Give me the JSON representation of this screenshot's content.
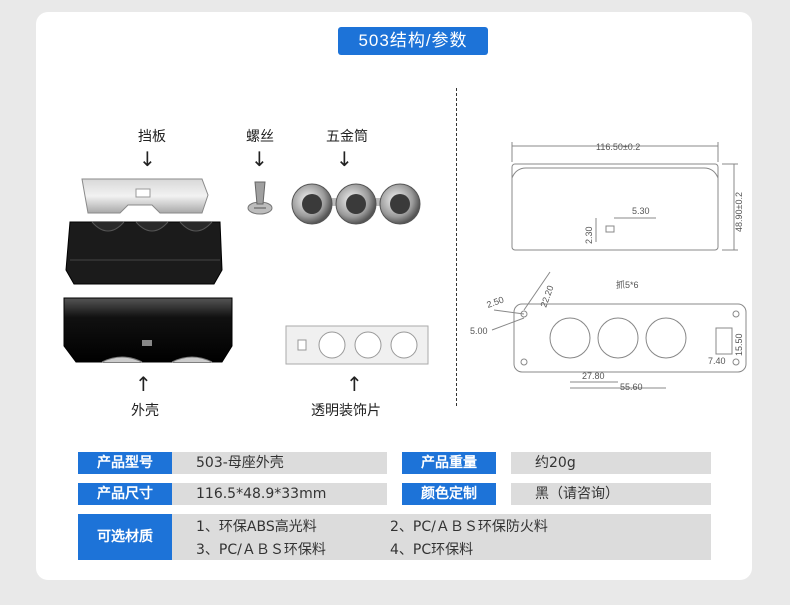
{
  "title": "503结构/参数",
  "parts": {
    "baffle": "挡板",
    "screw": "螺丝",
    "tube": "五金筒",
    "shell": "外壳",
    "panel": "透明装饰片"
  },
  "drawing": {
    "top_width": "116.50±0.2",
    "top_height": "48.90±0.2",
    "dim_530": "5.30",
    "dim_230": "2.30",
    "note": "抓5*6",
    "r_2220": "22.20",
    "r_250": "2.50",
    "d_500": "5.00",
    "dim_2780": "27.80",
    "dim_5560": "55.60",
    "dim_1550": "15.50",
    "dim_740": "7.40"
  },
  "specs": {
    "model_label": "产品型号",
    "model_value": "503-母座外壳",
    "weight_label": "产品重量",
    "weight_value": "约20g",
    "size_label": "产品尺寸",
    "size_value": "116.5*48.9*33mm",
    "color_label": "颜色定制",
    "color_value": "黑（请咨询）",
    "material_label": "可选材质",
    "material_1": "1、环保ABS高光料",
    "material_2": "2、PC/ＡＢＳ环保防火料",
    "material_3": "3、PC/ＡＢＳ环保料",
    "material_4": "4、PC环保料"
  },
  "colors": {
    "accent": "#1d73d8",
    "value_bg": "#dcdcdc"
  }
}
